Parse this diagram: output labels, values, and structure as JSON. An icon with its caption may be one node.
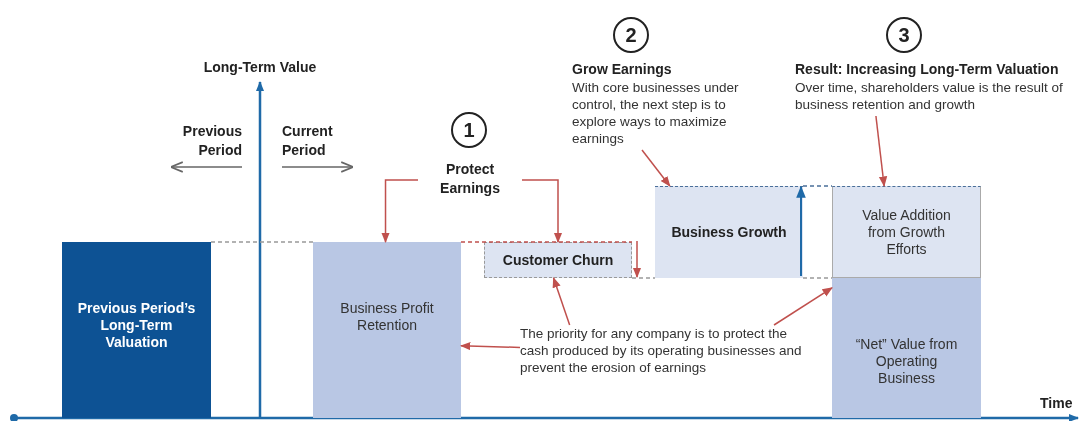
{
  "diagram": {
    "nodes": [
      {
        "text": [
          "Previous Period’s Long-Term Valuation"
        ]
      },
      {
        "text": [
          "Business Profit Retention"
        ]
      },
      {
        "text": [
          "Customer Churn"
        ]
      },
      {
        "text": [
          "Business Growth"
        ]
      },
      {
        "text": [
          "Value Addition from Growth Efforts"
        ]
      },
      {
        "text": [
          "“Net” Value from Operating Business"
        ]
      },
      {
        "text": [
          "1"
        ]
      },
      {
        "text": [
          "Protect Earnings"
        ]
      },
      {
        "text": [
          "2"
        ]
      },
      {
        "text": [
          "Grow Earnings",
          "With core businesses under control, the next step is to explore ways to maximize earnings"
        ]
      },
      {
        "text": [
          "3"
        ]
      },
      {
        "text": [
          "Result: Increasing Long-Term Valuation",
          "Over time, shareholders value is the result of business retention and growth"
        ]
      },
      {
        "text": [
          "The priority for any company is to protect the cash produced by its operating businesses and prevent the erosion of earnings"
        ]
      }
    ],
    "edges": [
      {
        "from": 7,
        "to": 1,
        "arrow": "to"
      },
      {
        "from": 7,
        "to": 2,
        "arrow": "to"
      },
      {
        "from": 9,
        "to": 3,
        "arrow": "to"
      },
      {
        "from": 11,
        "to": 4,
        "arrow": "to"
      },
      {
        "from": 12,
        "to": 1,
        "arrow": "to"
      },
      {
        "from": 12,
        "to": 2,
        "arrow": "to"
      },
      {
        "from": 12,
        "to": 5,
        "arrow": "to"
      },
      {
        "from": 0,
        "to": 1,
        "arrow": "none",
        "style": "dashed",
        "color": "#999999"
      },
      {
        "from": 1,
        "to": 2,
        "arrow": "none",
        "style": "dashed"
      },
      {
        "from": 2,
        "to": 3,
        "arrow": "none",
        "style": "dashed",
        "color": "#999999"
      },
      {
        "from": 3,
        "to": 4,
        "arrow": "none",
        "style": "dashed",
        "color": "#999999"
      },
      {
        "from": 3,
        "to": 4,
        "arrow": "none",
        "style": "dashed",
        "color": "#4a6f99"
      }
    ],
    "labels": [
      "Long-Term Value",
      "Previous Period",
      "Current Period",
      "Time"
    ]
  }
}
